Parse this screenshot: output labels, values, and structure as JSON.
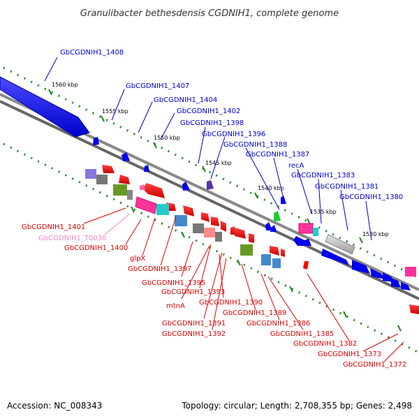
{
  "title": "Granulibacter bethesdensis CGDNIH1, complete genome",
  "footer": {
    "accession": "Accession: NC_008343",
    "summary": "Topology: circular; Length: 2,708,355 bp; Genes: 2,498"
  },
  "colors": {
    "plus_strand_label": "#0000cc",
    "minus_strand_label": "#dd0000",
    "trna_label": "#ee88cc",
    "backbone": "#777777",
    "tick": "#228822"
  },
  "ticks": [
    {
      "label": "1560 kbp"
    },
    {
      "label": "1555 kbp"
    },
    {
      "label": "1550 kbp"
    },
    {
      "label": "1545 kbp"
    },
    {
      "label": "1540 kbp"
    },
    {
      "label": "1535 kbp"
    },
    {
      "label": "1530 kbp"
    }
  ],
  "plus_labels": [
    {
      "text": "GbCGDNIH1_1408"
    },
    {
      "text": "GbCGDNIH1_1407"
    },
    {
      "text": "GbCGDNIH1_1404"
    },
    {
      "text": "GbCGDNIH1_1402"
    },
    {
      "text": "GbCGDNIH1_1398"
    },
    {
      "text": "GbCGDNIH1_1396"
    },
    {
      "text": "GbCGDNIH1_1388"
    },
    {
      "text": "GbCGDNIH1_1387"
    },
    {
      "text": "recA"
    },
    {
      "text": "GbCGDNIH1_1383"
    },
    {
      "text": "GbCGDNIH1_1381"
    },
    {
      "text": "GbCGDNIH1_1380"
    }
  ],
  "minus_labels": [
    {
      "text": "GbCGDNIH1_1401",
      "kind": "gene"
    },
    {
      "text": "GbCGDNIH1_T0038",
      "kind": "trna"
    },
    {
      "text": "GbCGDNIH1_1400",
      "kind": "gene"
    },
    {
      "text": "glpX",
      "kind": "gene"
    },
    {
      "text": "GbCGDNIH1_1397",
      "kind": "gene"
    },
    {
      "text": "GbCGDNIH1_1395",
      "kind": "gene"
    },
    {
      "text": "GbCGDNIH1_1393",
      "kind": "gene"
    },
    {
      "text": "mtnA",
      "kind": "gene"
    },
    {
      "text": "GbCGDNIH1_1390",
      "kind": "gene"
    },
    {
      "text": "GbCGDNIH1_1391",
      "kind": "gene"
    },
    {
      "text": "GbCGDNIH1_1389",
      "kind": "gene"
    },
    {
      "text": "GbCGDNIH1_1386",
      "kind": "gene"
    },
    {
      "text": "GbCGDNIH1_1392",
      "kind": "gene"
    },
    {
      "text": "GbCGDNIH1_1385",
      "kind": "gene"
    },
    {
      "text": "GbCGDNIH1_1382",
      "kind": "gene"
    },
    {
      "text": "GbCGDNIH1_1373",
      "kind": "gene"
    },
    {
      "text": "GbCGDNIH1_1372",
      "kind": "gene"
    }
  ]
}
